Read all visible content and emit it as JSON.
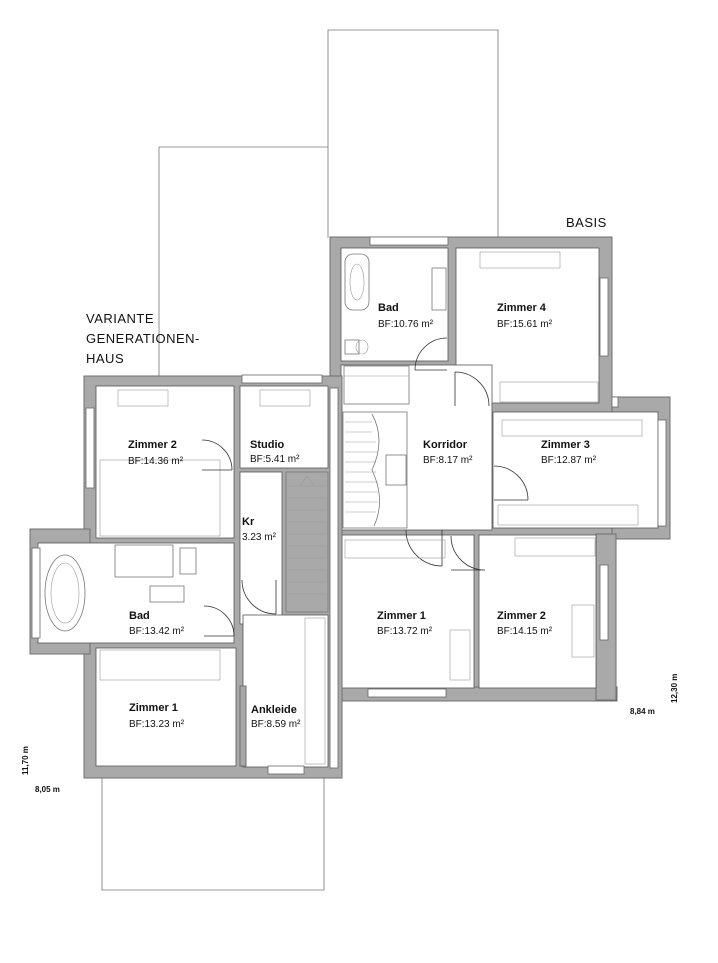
{
  "headings": {
    "basis": "BASIS",
    "variante_line1": "VARIANTE",
    "variante_line2": "GENERATIONEN-",
    "variante_line3": "HAUS"
  },
  "rooms": {
    "v_zimmer2": {
      "name": "Zimmer 2",
      "area": "BF:14.36 m²"
    },
    "v_studio": {
      "name": "Studio",
      "area": "BF:5.41 m²"
    },
    "v_kr": {
      "name": "Kr",
      "area": "3.23 m²"
    },
    "v_bad": {
      "name": "Bad",
      "area": "BF:13.42 m²"
    },
    "v_zimmer1": {
      "name": "Zimmer 1",
      "area": "BF:13.23 m²"
    },
    "v_ankleide": {
      "name": "Ankleide",
      "area": "BF:8.59 m²"
    },
    "b_bad": {
      "name": "Bad",
      "area": "BF:10.76 m²"
    },
    "b_zimmer4": {
      "name": "Zimmer 4",
      "area": "BF:15.61 m²"
    },
    "b_korridor": {
      "name": "Korridor",
      "area": "BF:8.17 m²"
    },
    "b_zimmer3": {
      "name": "Zimmer 3",
      "area": "BF:12.87 m²"
    },
    "b_zimmer1": {
      "name": "Zimmer 1",
      "area": "BF:13.72 m²"
    },
    "b_zimmer2": {
      "name": "Zimmer 2",
      "area": "BF:14.15 m²"
    }
  },
  "dimensions": {
    "left_height": "11,70 m",
    "left_width": "8,05 m",
    "right_height": "12,30 m",
    "right_width": "8,84 m"
  }
}
